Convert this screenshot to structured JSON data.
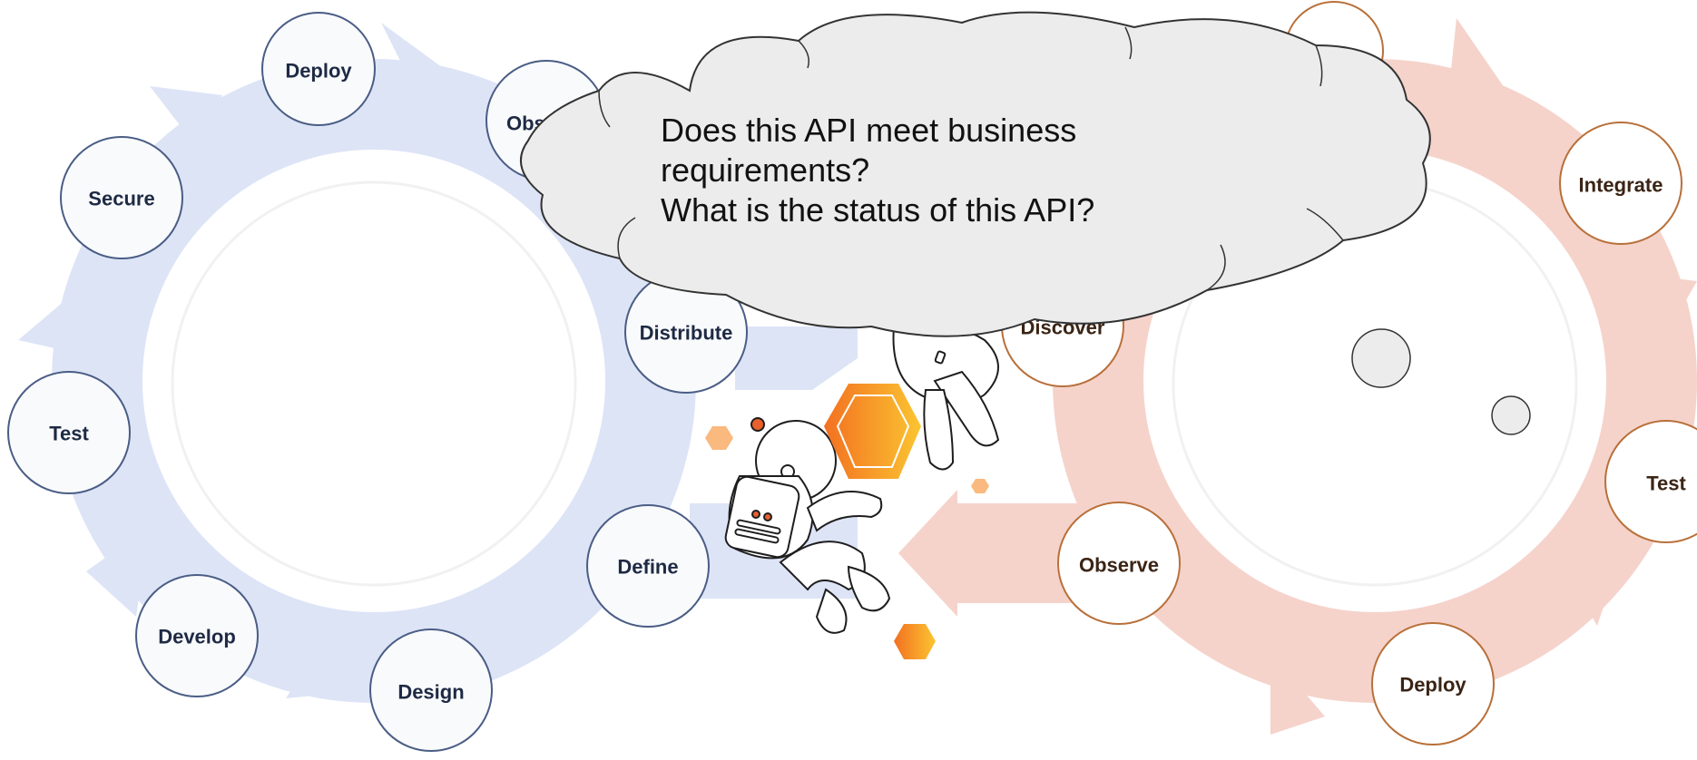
{
  "diagram": {
    "left_loop": {
      "nodes": {
        "deploy": "Deploy",
        "observe": "Observe",
        "secure": "Secure",
        "test": "Test",
        "develop": "Develop",
        "design": "Design",
        "define": "Define",
        "distribute": "Distribute"
      }
    },
    "right_loop": {
      "nodes": {
        "integrate": "Integrate",
        "test": "Test",
        "deploy": "Deploy",
        "observe": "Observe",
        "discover": "Discover"
      }
    },
    "thought_bubble": {
      "line1": "Does this API meet business",
      "line2": "requirements?",
      "line3": "What is the status of this API?"
    }
  },
  "colors": {
    "left_ring": "#dde4f6",
    "left_node_stroke": "#4a5d85",
    "left_node_text": "#1e2a44",
    "right_ring": "#f5d3cb",
    "right_node_stroke": "#b8703a",
    "right_node_text": "#3b2415",
    "cloud_fill": "#ececec",
    "hexagon": "#f7931e"
  }
}
